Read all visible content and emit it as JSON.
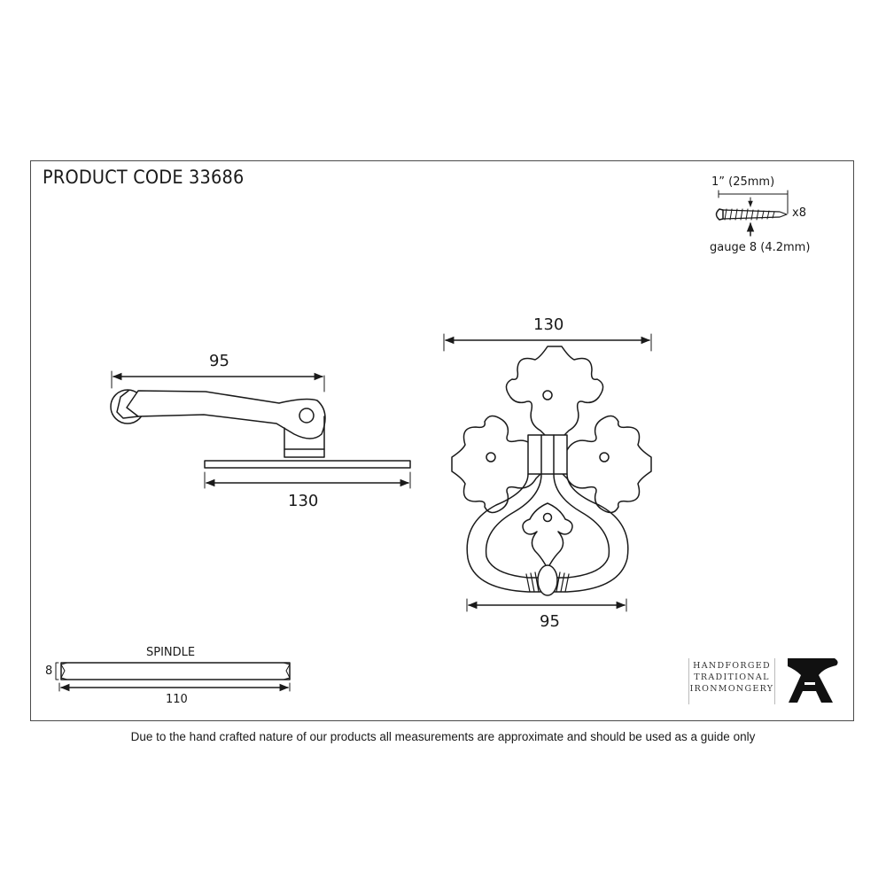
{
  "sheet": {
    "product_code_label": "PRODUCT CODE 33686",
    "footer_note": "Due to the hand crafted nature of our products all measurements are approximate and should be used as a guide only"
  },
  "screw_spec": {
    "length": "1” (25mm)",
    "quantity": "x8",
    "gauge": "gauge 8 (4.2mm)"
  },
  "side_view": {
    "handle_length": "95",
    "plate_length": "130"
  },
  "front_view": {
    "backplate_width": "130",
    "ring_width": "95"
  },
  "spindle": {
    "label": "SPINDLE",
    "thickness": "8",
    "length": "110"
  },
  "brand": {
    "line1": "HANDFORGED",
    "line2": "TRADITIONAL",
    "line3": "IRONMONGERY",
    "logo_icon": "anvil-icon"
  },
  "colors": {
    "line": "#1a1a1a",
    "frame": "#4a4a4a",
    "background": "#ffffff"
  }
}
